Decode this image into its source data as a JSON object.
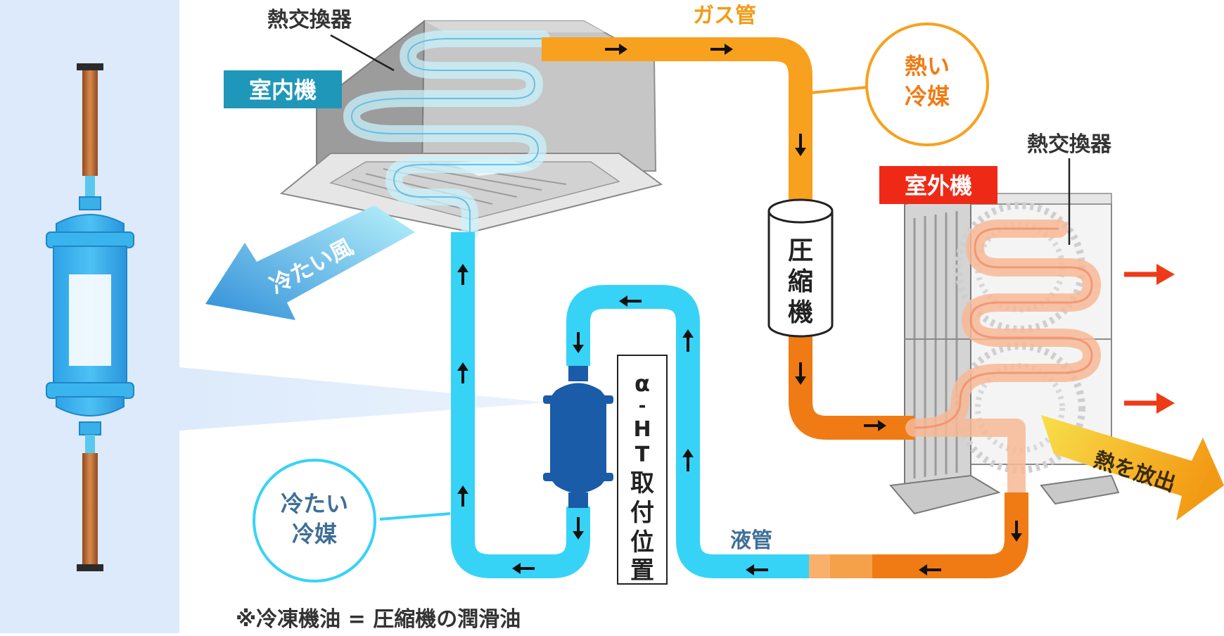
{
  "labels": {
    "indoor_hx": "熱交換器",
    "indoor_unit": "室内機",
    "gas_pipe": "ガス管",
    "hot_refrigerant_l1": "熱い",
    "hot_refrigerant_l2": "冷媒",
    "compressor_chars": [
      "圧",
      "縮",
      "機"
    ],
    "outdoor_hx": "熱交換器",
    "outdoor_unit": "室外機",
    "cold_air": "冷たい風",
    "heat_release": "熱を放出",
    "cold_refrigerant_l1": "冷たい",
    "cold_refrigerant_l2": "冷媒",
    "liquid_pipe": "液管",
    "install_position_chars": [
      "α",
      "-",
      "H",
      "T",
      "取",
      "付",
      "位",
      "置"
    ],
    "footnote": "※冷凍機油 = 圧縮機の潤滑油"
  },
  "colors": {
    "gas_pipe": "#f7a11e",
    "gas_pipe_dark": "#f07b14",
    "liquid_pipe": "#36d3f7",
    "indoor_badge": "#1f97b8",
    "outdoor_badge": "#ee2a16",
    "filter_body": "#1a5ca8",
    "copper": "#c2733c",
    "panel_bg": "#dceafb",
    "heat_arrow": "#ee3a18"
  }
}
